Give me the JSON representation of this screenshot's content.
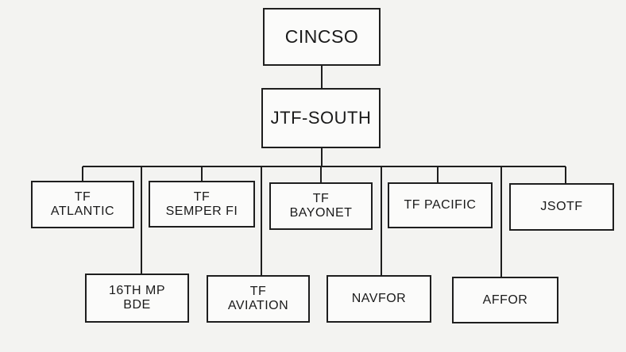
{
  "chart": {
    "root": "CINCSO",
    "hq": "JTF-SOUTH",
    "upper_row": [
      "TF\nATLANTIC",
      "TF\nSEMPER FI",
      "TF\nBAYONET",
      "TF PACIFIC",
      "JSOTF"
    ],
    "lower_row": [
      "16TH MP\nBDE",
      "TF\nAVIATION",
      "NAVFOR",
      "AFFOR"
    ]
  }
}
